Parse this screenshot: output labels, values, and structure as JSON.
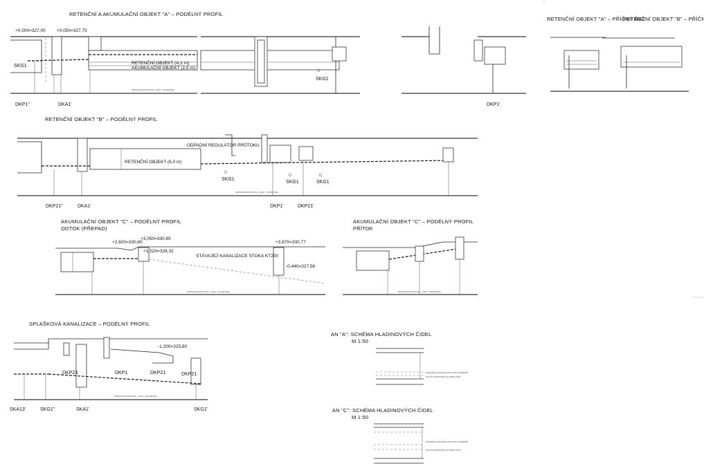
{
  "titles": {
    "profile_a": "RETENČNÍ A AKUMULAČNÍ OBJEKT \"A\" – PODÉLNÝ PROFIL",
    "section_a": "RETENČNÍ OBJEKT \"A\" – PŘÍČNÝ ŘEZ",
    "section_b": "RETENČNÍ OBJEKT \"B\" – PŘÍČNÝ ŘEZ",
    "profile_b": "RETENČNÍ OBJEKT \"B\" – PODÉLNÝ PROFIL",
    "profile_c_out": "AKUMULAČNÍ OBJEKT \"C\" – PODÉLNÝ PROFIL",
    "profile_c_out_sub": "ODTOK (PŘEPAD)",
    "profile_c_in": "AKUMULAČNÍ OBJEKT \"C\" – PODÉLNÝ PROFIL",
    "profile_c_in_sub": "PŘÍTOK",
    "sewer": "SPLAŠKOVÁ KANALIZACE – PODÉLNÝ PROFIL",
    "an_a": "AN \"A\": SCHÉMA HLADINOVÝCH ČIDEL",
    "an_a_scale": "M 1:50",
    "an_c": "AN \"C\": SCHÉMA HLADINOVÝCH ČIDEL",
    "an_c_scale": "M 1:50"
  },
  "datum": "SROVNÁVACÍ ROVINA –4,000 = 323,000 Bpv.",
  "stations": {
    "a": [
      "DKP1''",
      "DKA1'",
      "SKG1",
      "SKG1",
      "DKP1'"
    ],
    "b": [
      "DKP21''",
      "DKA1'",
      "DKP1'",
      "DKP21'",
      "SKG1",
      "SKG1",
      "SKG1"
    ],
    "sewer": [
      "SKA13'",
      "SKG1''",
      "SKA1'",
      "SKG1'",
      "DKP23",
      "DKP1",
      "DKP21",
      "DKP21"
    ]
  },
  "notes": {
    "retention_tank_a": "RETENČNÍ OBJEKT (A,1 m)",
    "accumulation_tank_a": "AKUMULAČNÍ OBJEKT (2,5 m)",
    "retention_tank_b": "RETENČNÍ OBJEKT (6,0 m)",
    "existing_sewer": "STÁVAJÍCÍ KANALIZACE STOKA KT200",
    "regulator": "ODPADNÍ REGULÁTOR PRŮTOKU",
    "overflow_level": "MAXIMÁLNÍ HLADINA VODY PRO ČERPÁNÍ",
    "min_level": "STÁLÁ NASTAVENÁ HLADINA VODY"
  },
  "levels": [
    "+0,000=327,00",
    "+0,050=327,75",
    "-1,200=325,80",
    "+2,600=330,60",
    "+3,050=330,85",
    "-0,440=327,56",
    "+1,520=328,32",
    "+3,870=330,77"
  ]
}
